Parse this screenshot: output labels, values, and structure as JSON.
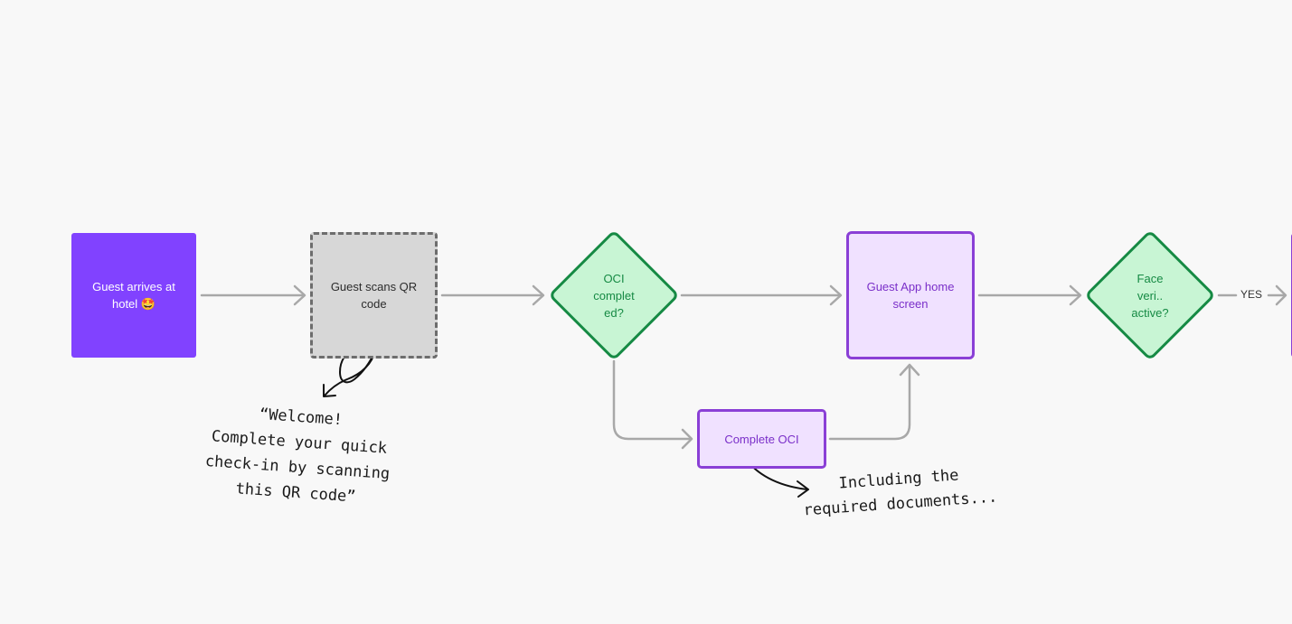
{
  "nodes": {
    "start": {
      "label": "Guest arrives at\nhotel 🤩"
    },
    "scan": {
      "label": "Guest scans QR\ncode"
    },
    "oci_decision": {
      "label": "OCI\ncomplet\ned?"
    },
    "home": {
      "label": "Guest App home\nscreen"
    },
    "complete_oci": {
      "label": "Complete OCI"
    },
    "face_decision": {
      "label": "Face\nveri..\nactive?"
    }
  },
  "edges": {
    "face_yes_label": "YES"
  },
  "notes": {
    "welcome": "“Welcome!\nComplete your quick\ncheck-in by scanning\nthis QR code”",
    "documents": "Including the\nrequired documents..."
  },
  "colors": {
    "start_fill": "#8142ff",
    "process_fill": "#f0e1ff",
    "process_stroke": "#8a3fd6",
    "decision_fill": "#c8f5d4",
    "decision_stroke": "#168a44",
    "connector": "#a8a8a8"
  }
}
